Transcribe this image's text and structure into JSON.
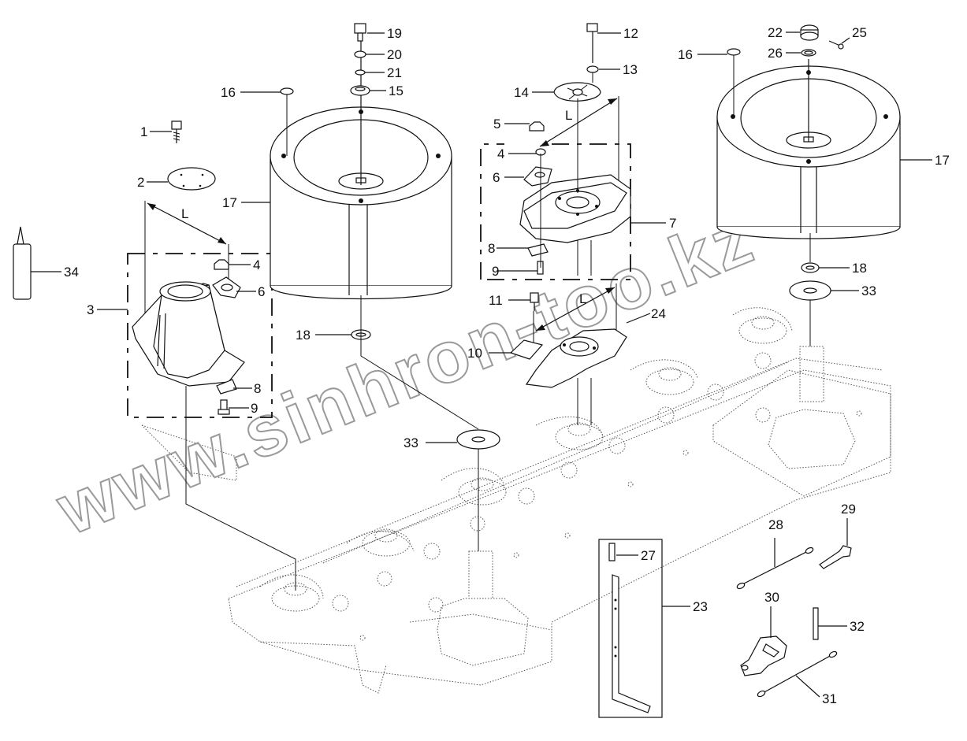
{
  "watermark": "www.sinhron-too.kz",
  "dimension_label": "L",
  "labels": [
    {
      "id": "l1",
      "text": "1"
    },
    {
      "id": "l2",
      "text": "2"
    },
    {
      "id": "l3",
      "text": "3"
    },
    {
      "id": "l4a",
      "text": "4"
    },
    {
      "id": "l4b",
      "text": "4"
    },
    {
      "id": "l5",
      "text": "5"
    },
    {
      "id": "l6a",
      "text": "6"
    },
    {
      "id": "l6b",
      "text": "6"
    },
    {
      "id": "l7",
      "text": "7"
    },
    {
      "id": "l8a",
      "text": "8"
    },
    {
      "id": "l8b",
      "text": "8"
    },
    {
      "id": "l9a",
      "text": "9"
    },
    {
      "id": "l9b",
      "text": "9"
    },
    {
      "id": "l10",
      "text": "10"
    },
    {
      "id": "l11",
      "text": "11"
    },
    {
      "id": "l12",
      "text": "12"
    },
    {
      "id": "l13",
      "text": "13"
    },
    {
      "id": "l14",
      "text": "14"
    },
    {
      "id": "l15",
      "text": "15"
    },
    {
      "id": "l16a",
      "text": "16"
    },
    {
      "id": "l16b",
      "text": "16"
    },
    {
      "id": "l17a",
      "text": "17"
    },
    {
      "id": "l17b",
      "text": "17"
    },
    {
      "id": "l18a",
      "text": "18"
    },
    {
      "id": "l18b",
      "text": "18"
    },
    {
      "id": "l19",
      "text": "19"
    },
    {
      "id": "l20",
      "text": "20"
    },
    {
      "id": "l21",
      "text": "21"
    },
    {
      "id": "l22",
      "text": "22"
    },
    {
      "id": "l23",
      "text": "23"
    },
    {
      "id": "l24",
      "text": "24"
    },
    {
      "id": "l25",
      "text": "25"
    },
    {
      "id": "l26",
      "text": "26"
    },
    {
      "id": "l27",
      "text": "27"
    },
    {
      "id": "l28",
      "text": "28"
    },
    {
      "id": "l29",
      "text": "29"
    },
    {
      "id": "l30",
      "text": "30"
    },
    {
      "id": "l31",
      "text": "31"
    },
    {
      "id": "l32",
      "text": "32"
    },
    {
      "id": "l33a",
      "text": "33"
    },
    {
      "id": "l33b",
      "text": "33"
    },
    {
      "id": "l34",
      "text": "34"
    }
  ]
}
